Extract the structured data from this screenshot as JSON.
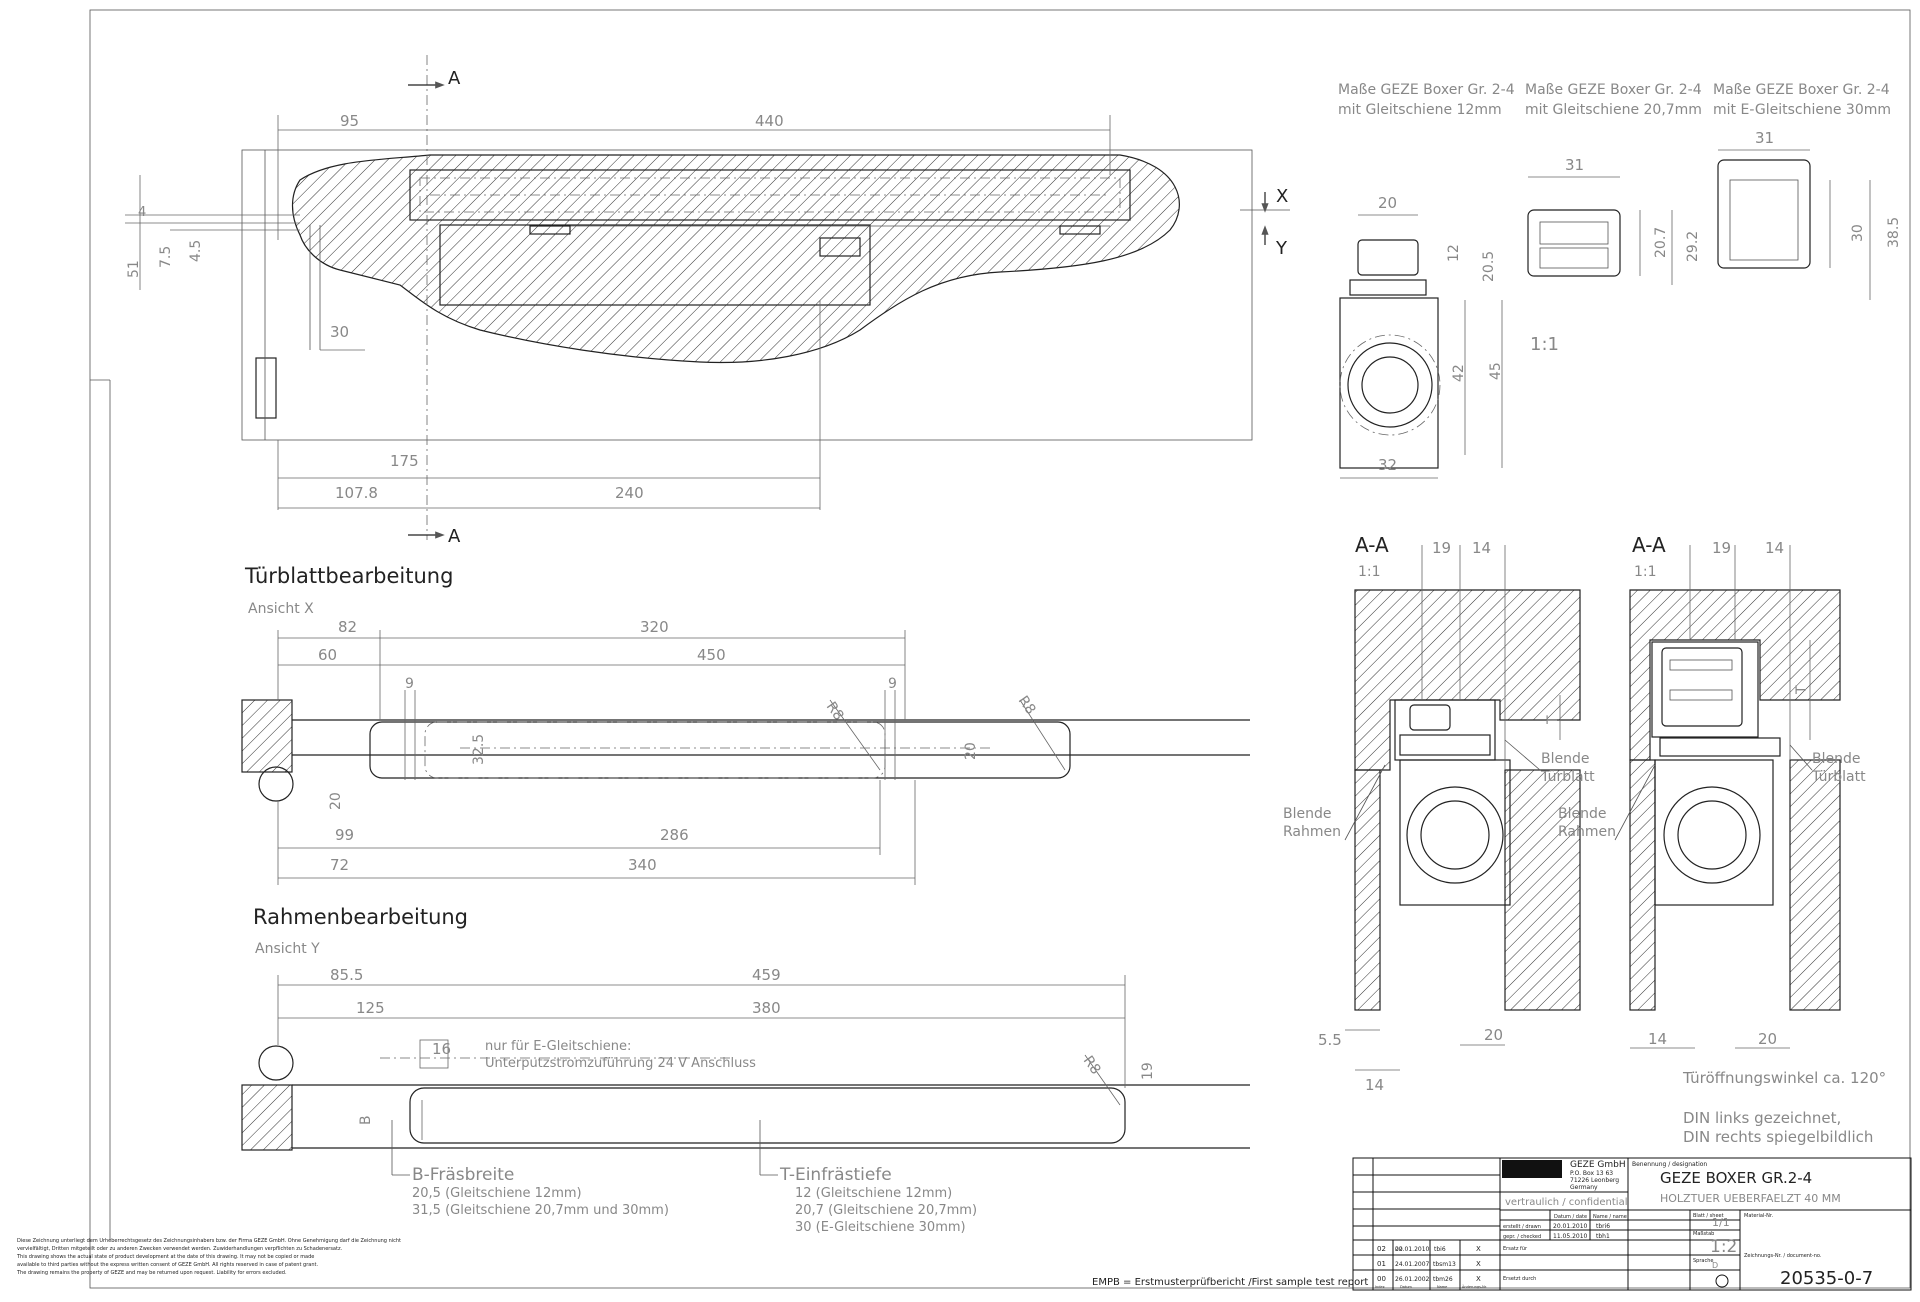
{
  "drawing": {
    "top_view": {
      "section_marks": [
        "A",
        "A"
      ],
      "view_marks": [
        "X",
        "Y"
      ],
      "dims_top": [
        "95",
        "440"
      ],
      "dims_left": [
        "4",
        "7.5",
        "4.5",
        "51"
      ],
      "dims_bottom": [
        "30",
        "175",
        "107.8",
        "240"
      ]
    },
    "door_leaf": {
      "title": "Türblattbearbeitung",
      "subtitle": "Ansicht X",
      "dims_top": [
        "82",
        "320",
        "60",
        "450"
      ],
      "dims_inner": [
        "9",
        "9",
        "R8",
        "R8",
        "32.5",
        "20",
        "20"
      ],
      "dims_bottom": [
        "99",
        "286",
        "72",
        "340"
      ]
    },
    "frame": {
      "title": "Rahmenbearbeitung",
      "subtitle": "Ansicht Y",
      "dims_top": [
        "85.5",
        "459",
        "125",
        "380"
      ],
      "dims_inner": [
        "16",
        "R8",
        "19",
        "B"
      ],
      "note_line1": "nur für E-Gleitschiene:",
      "note_line2": "Unterputzstromzuführung 24 V Anschluss",
      "b_label": "B-Fräsbreite",
      "b_values": [
        "20,5 (Gleitschiene 12mm)",
        "31,5 (Gleitschiene 20,7mm und 30mm)"
      ],
      "t_label": "T-Einfrästiefe",
      "t_values": [
        "12   (Gleitschiene 12mm)",
        "20,7 (Gleitschiene 20,7mm)",
        "30   (E-Gleitschiene 30mm)"
      ]
    },
    "profiles": {
      "captions": [
        [
          "Maße GEZE Boxer Gr. 2-4",
          "mit Gleitschiene 12mm"
        ],
        [
          "Maße GEZE Boxer Gr. 2-4",
          "mit Gleitschiene 20,7mm"
        ],
        [
          "Maße GEZE Boxer Gr. 2-4",
          "mit E-Gleitschiene 30mm"
        ]
      ],
      "dims_a": [
        "20",
        "12",
        "20.5",
        "42",
        "45",
        "32"
      ],
      "dims_b": [
        "31",
        "20.7",
        "29.2"
      ],
      "dims_c": [
        "31",
        "30",
        "38.5"
      ],
      "scale": "1:1"
    },
    "sections": {
      "label": "A-A",
      "scale": "1:1",
      "dims_top": [
        "19",
        "14"
      ],
      "t_mark": "T",
      "blende_tuerblatt": [
        "Blende",
        "Türblatt"
      ],
      "blende_rahmen": [
        "Blende",
        "Rahmen"
      ],
      "dims_left_bottom": [
        "5.5",
        "14",
        "20"
      ],
      "dims_right_bottom": [
        "14",
        "20"
      ]
    },
    "notes": {
      "opening_angle": "Türöffnungswinkel ca. 120°",
      "din_line1": "DIN links gezeichnet,",
      "din_line2": "DIN rechts spiegelbildlich"
    },
    "legal_text": [
      "Diese Zeichnung unterliegt dem Urheberrechtsgesetz des Zeichnungsinhabers bzw. der Firma GEZE GmbH. Ohne Genehmigung darf die Zeichnung nicht",
      "vervielfältigt, Dritten mitgeteilt oder zu anderen Zwecken verwendet werden. Zuwiderhandlungen verpflichten zu Schadenersatz.",
      "This drawing shows the actual state of product development at the date of this drawing. It may not be copied or made",
      "available to third parties without the express written consent of GEZE GmbH. All rights reserved in case of patent grant.",
      "The drawing remains the property of GEZE and may be returned upon request. Liability for errors excluded."
    ],
    "empb_note": "EMPB = Erstmusterprüfbericht /First sample test report"
  },
  "title_block": {
    "company": [
      "GEZE GmbH",
      "P.O. Box 13 63",
      "71226 Leonberg",
      "Germany"
    ],
    "designation_label": "Benennung / designation",
    "title1": "GEZE BOXER GR.2-4",
    "title2": "HOLZTUER UEBERFAELZT 40 MM",
    "confidential": "vertraulich / confidential",
    "date_h": "Datum / date",
    "name_h": "Name / name",
    "sheet_h": "Blatt / sheet",
    "sheet_val": "1/1",
    "material_h": "Material-Nr.",
    "drawn_label": "erstellt / drawn",
    "drawn_date": "20.01.2010",
    "drawn_name": "tbri6",
    "checked_label": "gepr. / checked",
    "checked_date": "11.05.2010",
    "checked_name": "tbh1",
    "scale_h": "Maßstab",
    "scale_val": "1:2",
    "language_h": "Sprache",
    "language_val": "D",
    "docnum_h": "Zeichnungs-Nr. / document-no.",
    "docnum": "20535-0-7",
    "replaces_h": "Ersatz für",
    "replaced_h": "Ersetzt durch",
    "revisions": [
      {
        "rev": "02",
        "date": "20.01.2010",
        "name": "tbi6",
        "x": "X"
      },
      {
        "rev": "01",
        "date": "24.01.2007",
        "name": "tbsm13",
        "x": "X"
      },
      {
        "rev": "00",
        "date": "26.01.2002",
        "name": "tbm26",
        "x": "X"
      }
    ],
    "rev_headers": [
      "Index",
      "Datum",
      "Name",
      "Änderungs-Nr."
    ]
  }
}
